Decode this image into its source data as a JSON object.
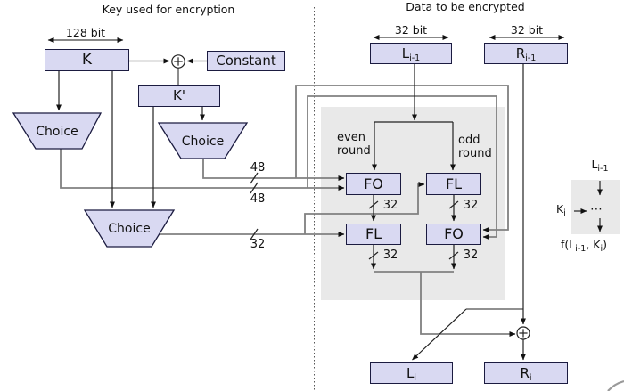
{
  "titles": {
    "left": "Key used for encryption",
    "right": "Data to be encrypted"
  },
  "measures": {
    "key_width": "128 bit",
    "data_left_width": "32 bit",
    "data_right_width": "32 bit"
  },
  "key_schedule": {
    "k": "K",
    "constant": "Constant",
    "k_prime": "K'",
    "choice_1": "Choice",
    "choice_2": "Choice",
    "choice_3": "Choice"
  },
  "bus_labels": {
    "b48_top": "48",
    "b48_bottom": "48",
    "b32_key": "32",
    "out_fo1": "32",
    "out_fl1": "32",
    "out_fl2": "32",
    "out_fo2": "32"
  },
  "rounds": {
    "even": "even round",
    "odd": "odd round"
  },
  "data_path": {
    "l_in": {
      "main": "L",
      "sub": "i-1"
    },
    "r_in": {
      "main": "R",
      "sub": "i-1"
    },
    "fo1": "FO",
    "fl1": "FL",
    "fl2": "FL",
    "fo2": "FO",
    "l_out": {
      "main": "L",
      "sub": "i"
    },
    "r_out": {
      "main": "R",
      "sub": "i"
    }
  },
  "mini": {
    "input": {
      "main": "L",
      "sub": "i-1"
    },
    "key": {
      "main": "K",
      "sub": "i"
    },
    "dots": "⋯",
    "f": {
      "p1": "f(L",
      "s1": "i-1",
      "p2": ", K",
      "s2": "i",
      "p3": ")"
    }
  },
  "colors": {
    "box_fill": "#d9d9f2",
    "box_border": "#1b1b40",
    "panel_gray": "#e9e9e9",
    "bus_gray": "#808080",
    "wire_black": "#222222"
  }
}
